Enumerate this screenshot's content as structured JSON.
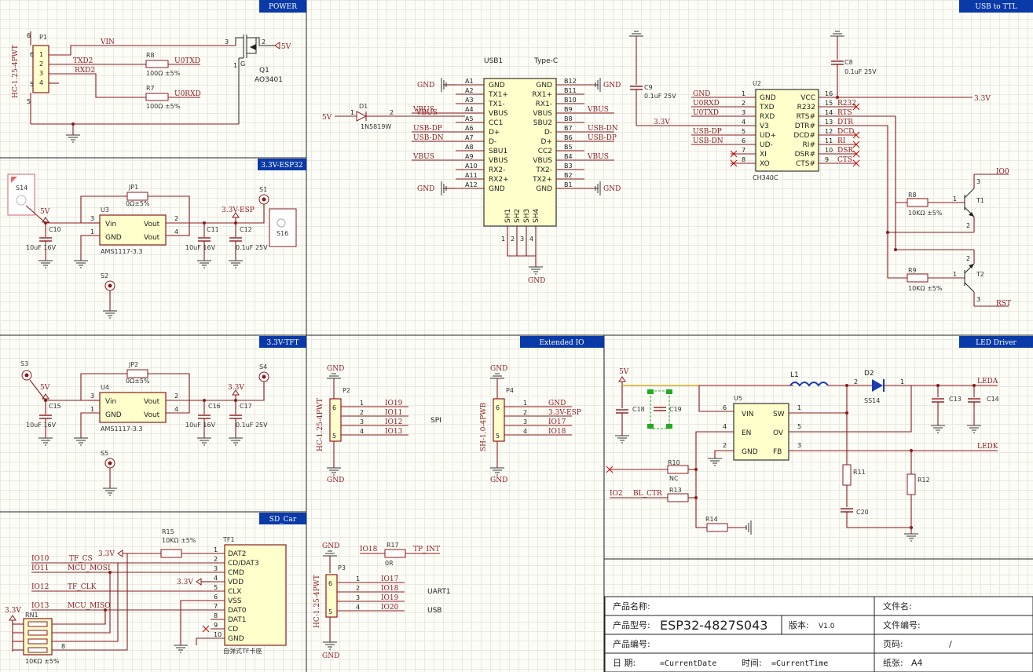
{
  "sections": {
    "power": "POWER",
    "usb_ttl": "USB to TTL",
    "esp32": "3.3V-ESP32",
    "tft": "3.3V-TFT",
    "ext_io": "Extended IO",
    "led": "LED Driver",
    "sd": "SD_Car"
  },
  "power": {
    "p1": "P1",
    "p1_part": "HC-1.25-4PWT",
    "vin": "VIN",
    "txd2": "TXD2",
    "rxd2": "RXD2",
    "r8": "R8",
    "r8v": "100Ω ±5%",
    "r7": "R7",
    "r7v": "100Ω ±5%",
    "u0txd": "U0TXD",
    "u0rxd": "U0RXD",
    "q1": "Q1",
    "q1part": "AO3401",
    "v5": "5V"
  },
  "esp32": {
    "s14": "S14",
    "v5": "5V",
    "c10": "C10",
    "c10v": "10uF 16V",
    "u3": "U3",
    "u3part": "AMS1117-3.3",
    "vin": "Vin",
    "gnd": "GND",
    "vout": "Vout",
    "jp1": "JP1",
    "jp1v": "0Ω±5%",
    "c11": "C11",
    "c11v": "10uF 16V",
    "c12": "C12",
    "c12v": "0.1uF 25V",
    "v33": "3.3V-ESP",
    "s1": "S1",
    "s16": "S16",
    "s2": "S2"
  },
  "tft": {
    "s3": "S3",
    "v5": "5V",
    "c15": "C15",
    "c15v": "10uF 16V",
    "u4": "U4",
    "u4part": "AMS1117-3.3",
    "vin": "Vin",
    "gnd": "GND",
    "vout": "Vout",
    "jp2": "JP2",
    "jp2v": "0Ω±5%",
    "c16": "C16",
    "c16v": "10uF 16V",
    "c17": "C17",
    "c17v": "0.1uF 25V",
    "v33": "3.3V",
    "s4": "S4",
    "s5": "S5"
  },
  "usb": {
    "usb1": "USB1",
    "type": "Type-C",
    "d1": "D1",
    "d1part": "1N5819W",
    "v5": "5V",
    "left_pins": [
      {
        "num": "A1",
        "name": "GND",
        "net": "GND"
      },
      {
        "num": "A2",
        "name": "TX1+",
        "net": ""
      },
      {
        "num": "A3",
        "name": "TX1-",
        "net": ""
      },
      {
        "num": "A4",
        "name": "VBUS",
        "net": "VBUS"
      },
      {
        "num": "A5",
        "name": "CC1",
        "net": ""
      },
      {
        "num": "A6",
        "name": "D+",
        "net": "USB-DP"
      },
      {
        "num": "A7",
        "name": "D-",
        "net": "USB-DN"
      },
      {
        "num": "A8",
        "name": "SBU1",
        "net": ""
      },
      {
        "num": "A9",
        "name": "VBUS",
        "net": "VBUS"
      },
      {
        "num": "A10",
        "name": "RX2-",
        "net": ""
      },
      {
        "num": "A11",
        "name": "RX2+",
        "net": ""
      },
      {
        "num": "A12",
        "name": "GND",
        "net": "GND"
      }
    ],
    "right_pins": [
      {
        "num": "B12",
        "name": "GND",
        "net": "GND"
      },
      {
        "num": "B11",
        "name": "RX1+",
        "net": ""
      },
      {
        "num": "B10",
        "name": "RX1-",
        "net": ""
      },
      {
        "num": "B9",
        "name": "VBUS",
        "net": "VBUS"
      },
      {
        "num": "B8",
        "name": "SBU2",
        "net": ""
      },
      {
        "num": "B7",
        "name": "D-",
        "net": "USB-DN"
      },
      {
        "num": "B6",
        "name": "D+",
        "net": "USB-DP"
      },
      {
        "num": "B5",
        "name": "CC2",
        "net": ""
      },
      {
        "num": "B4",
        "name": "VBUS",
        "net": "VBUS"
      },
      {
        "num": "B3",
        "name": "TX2-",
        "net": ""
      },
      {
        "num": "B2",
        "name": "TX2+",
        "net": ""
      },
      {
        "num": "B1",
        "name": "GND",
        "net": "GND"
      }
    ],
    "shield": [
      "SH1",
      "SH2",
      "SH3",
      "SH4"
    ],
    "gnd": "GND",
    "c9": "C9",
    "c9v": "0.1uF 25V",
    "v33": "3.3V",
    "u2": "U2",
    "u2part": "CH340C",
    "u2_left": [
      {
        "num": "1",
        "name": "GND",
        "net": "GND"
      },
      {
        "num": "2",
        "name": "TXD",
        "net": "U0RXD"
      },
      {
        "num": "3",
        "name": "RXD",
        "net": "U0TXD"
      },
      {
        "num": "4",
        "name": "V3",
        "net": ""
      },
      {
        "num": "5",
        "name": "UD+",
        "net": "USB-DP"
      },
      {
        "num": "6",
        "name": "UD-",
        "net": "USB-DN"
      },
      {
        "num": "7",
        "name": "XI",
        "net": ""
      },
      {
        "num": "8",
        "name": "XO",
        "net": ""
      }
    ],
    "u2_right": [
      {
        "num": "16",
        "name": "VCC",
        "net": ""
      },
      {
        "num": "15",
        "name": "R232",
        "net": "R232"
      },
      {
        "num": "14",
        "name": "RTS#",
        "net": "RTS"
      },
      {
        "num": "13",
        "name": "DTR#",
        "net": "DTR"
      },
      {
        "num": "12",
        "name": "DCD#",
        "net": "DCD"
      },
      {
        "num": "11",
        "name": "RI#",
        "net": "RI"
      },
      {
        "num": "10",
        "name": "DSR#",
        "net": "DSR"
      },
      {
        "num": "9",
        "name": "CTS#",
        "net": "CTS"
      }
    ],
    "c8": "C8",
    "c8v": "0.1uF 25V",
    "v33r": "3.3V",
    "io0": "IO0",
    "rst": "RST",
    "r8": "R8",
    "r8v": "10KΩ ±5%",
    "t1": "T1",
    "r9": "R9",
    "r9v": "10KΩ ±5%",
    "t2": "T2"
  },
  "ext": {
    "gnd": "GND",
    "p2": "P2",
    "p2part": "HC-1.25-4PWT",
    "p2nets": [
      "IO19",
      "IO11",
      "IO12",
      "IO13"
    ],
    "spi": "SPI",
    "p4": "P4",
    "p4part": "SH-1.0-4PWB",
    "p4nets": [
      "GND",
      "3.3V-ESP",
      "IO17",
      "IO18"
    ],
    "p3": "P3",
    "p3part": "HC-1.25-4PWT",
    "p3nets": [
      "IO17",
      "IO18",
      "IO19",
      "IO20"
    ],
    "uart": "UART1",
    "usb": "USB",
    "io18": "IO18",
    "r17": "R17",
    "r17v": "0R",
    "tpint": "TP_INT"
  },
  "led": {
    "v5": "5V",
    "l1": "L1",
    "d2": "D2",
    "d2part": "SS14",
    "c18": "C18",
    "c19": "C19",
    "u5": "U5",
    "vin": "VIN",
    "sw": "SW",
    "en": "EN",
    "ov": "OV",
    "gnd": "GND",
    "fb": "FB",
    "r10": "R10",
    "nc": "NC",
    "r13": "R13",
    "r14": "R14",
    "r11": "R11",
    "r12": "R12",
    "c20": "C20",
    "c13": "C13",
    "c14": "C14",
    "leda": "LEDA",
    "ledk": "LEDK",
    "io2": "IO2",
    "blctr": "BL_CTR"
  },
  "sd": {
    "r15": "R15",
    "r15v": "10KΩ ±5%",
    "v33": "3.3V",
    "tf1": "TF1",
    "tfpart": "自弹式TF卡座",
    "pins": [
      "DAT2",
      "CD/DAT3",
      "CMD",
      "VDD",
      "CLX",
      "VSS",
      "DAT0",
      "DAT1",
      "CD",
      "GND"
    ],
    "io10": "IO10",
    "tfcs": "TF_CS",
    "io11": "IO11",
    "mosi": "MCU_MOSI",
    "io12": "IO12",
    "clk": "TF_CLK",
    "io13": "IO13",
    "miso": "MCU_MISO",
    "rn1": "RN1",
    "rn1v": "10KΩ ±5%"
  },
  "titleblock": {
    "name_label": "产品名称:",
    "file_name": "文件名:",
    "model_label": "产品型号:",
    "model": "ESP32-4827S043",
    "ver_label": "版本:",
    "ver": "V1.0",
    "file_no": "文件编号:",
    "code_label": "产品编号:",
    "page_label": "页码:",
    "page_sep": "/",
    "date_label": "日    期:",
    "date": "=CurrentDate",
    "time_label": "时间:",
    "time": "=CurrentTime",
    "paper_label": "纸张:",
    "paper": "A4"
  }
}
